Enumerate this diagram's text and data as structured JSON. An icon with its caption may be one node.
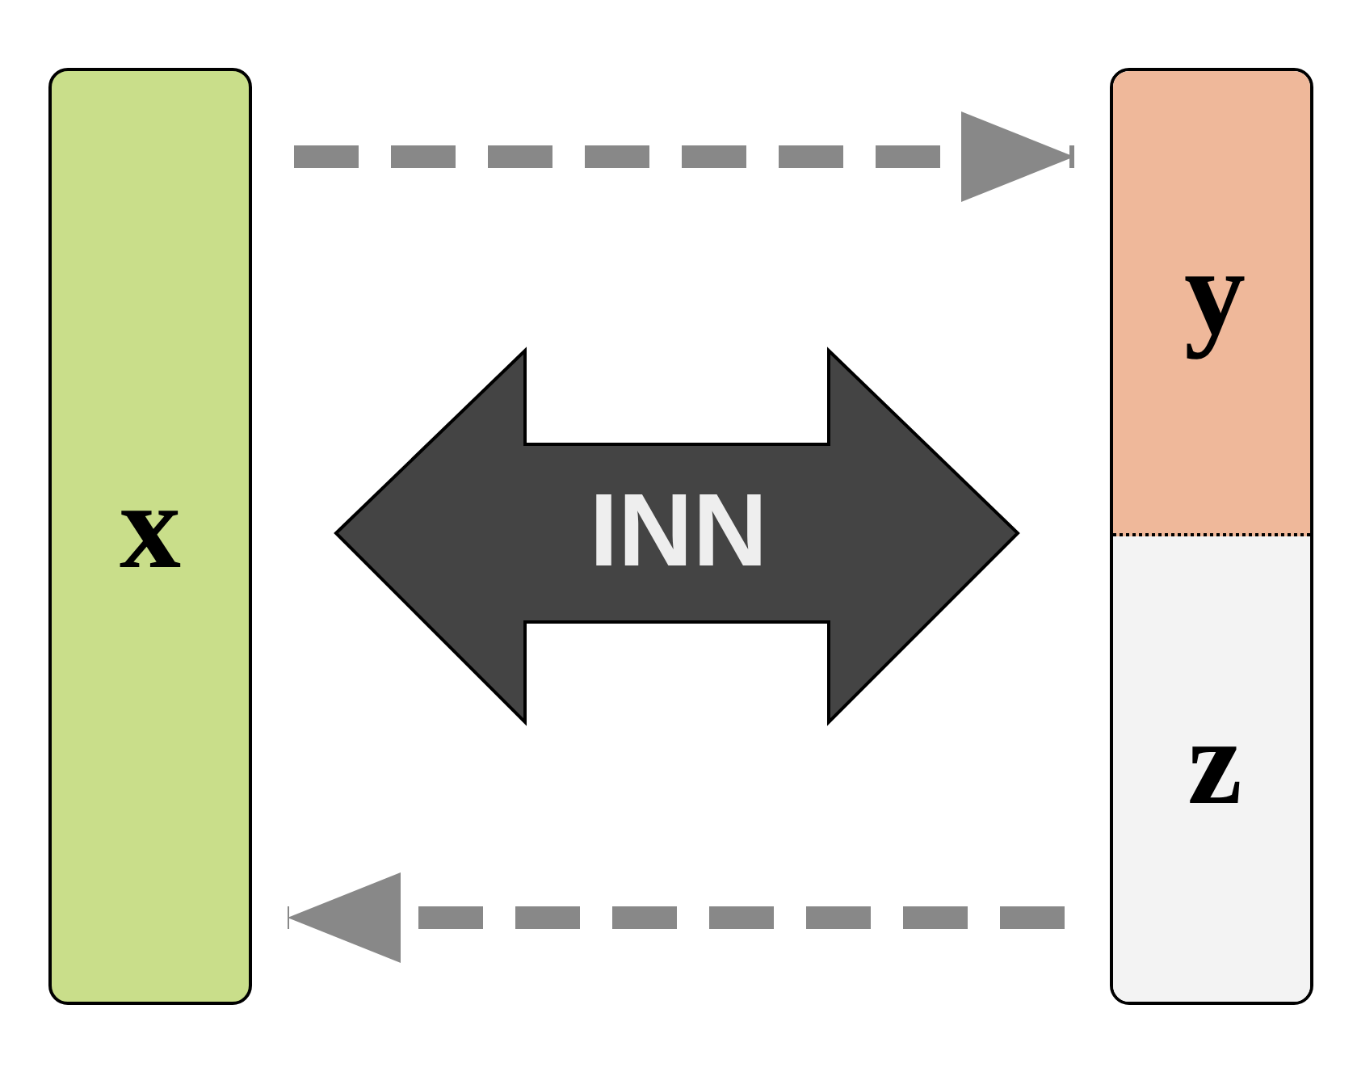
{
  "diagram": {
    "nodes": [
      {
        "text": [
          "x"
        ]
      },
      {
        "text": [],
        "shape": "bar"
      },
      {
        "text": [
          "y"
        ],
        "in": 1
      },
      {
        "text": [
          "z"
        ],
        "in": 1
      }
    ],
    "edges": [
      {
        "from": 0,
        "to": 2,
        "arrow": "to",
        "style": "dashed",
        "color": "#888888"
      },
      {
        "from": 0,
        "to": 1,
        "arrow": "both",
        "label": "INN",
        "style": "thick",
        "color": "#444444"
      },
      {
        "from": 3,
        "to": 0,
        "arrow": "to",
        "style": "dashed",
        "color": "#888888"
      }
    ]
  }
}
